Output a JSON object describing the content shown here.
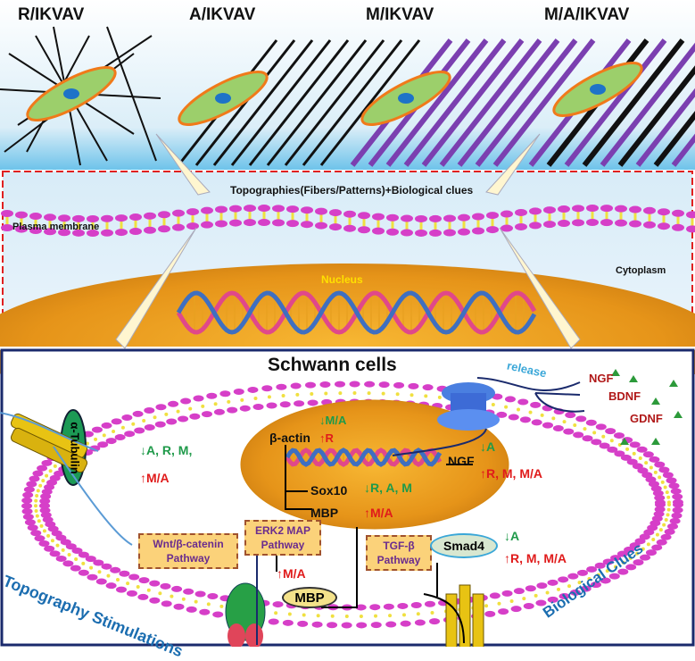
{
  "top_panel": {
    "conditions": [
      "R/IKVAV",
      "A/IKVAV",
      "M/IKVAV",
      "M/A/IKVAV"
    ]
  },
  "middle_panel": {
    "caption": "Topographies(Fibers/Patterns)+Biological clues",
    "plasma_membrane": "Plasma membrane",
    "cytoplasm": "Cytoplasm",
    "nucleus": "Nucleus"
  },
  "bottom_panel": {
    "title": "Schwann cells",
    "release": "release",
    "factors": [
      "NGF",
      "BDNF",
      "GDNF"
    ],
    "beta_actin": {
      "label": "β-actin",
      "down": "M/A",
      "up": "R"
    },
    "tubulin": {
      "label": "α-Tubulin",
      "down": "A, R, M,",
      "up": "M/A"
    },
    "ngf": {
      "label": "NGF",
      "down": "A",
      "up": "R, M, M/A"
    },
    "sox10": {
      "label": "Sox10",
      "down": "R, A, M"
    },
    "mbp_gene": {
      "label": "MBP",
      "up": "M/A"
    },
    "wnt": {
      "line1": "Wnt/β-catenin",
      "line2": "Pathway"
    },
    "erk": {
      "line1": "ERK2 MAP",
      "line2": "Pathway",
      "up": "M/A"
    },
    "tgf": {
      "line1": "TGF-β",
      "line2": "Pathway"
    },
    "mbp_protein": "MBP",
    "smad4": {
      "label": "Smad4",
      "down": "A",
      "up": "R, M, M/A"
    },
    "topography": "Topography Stimulations",
    "biological": "Biological Clues"
  },
  "colors": {
    "membrane_head": "#d63fc8",
    "membrane_tail": "#f0e040",
    "nucleus": "#f2a21c",
    "accent_blue": "#1b6db0"
  }
}
